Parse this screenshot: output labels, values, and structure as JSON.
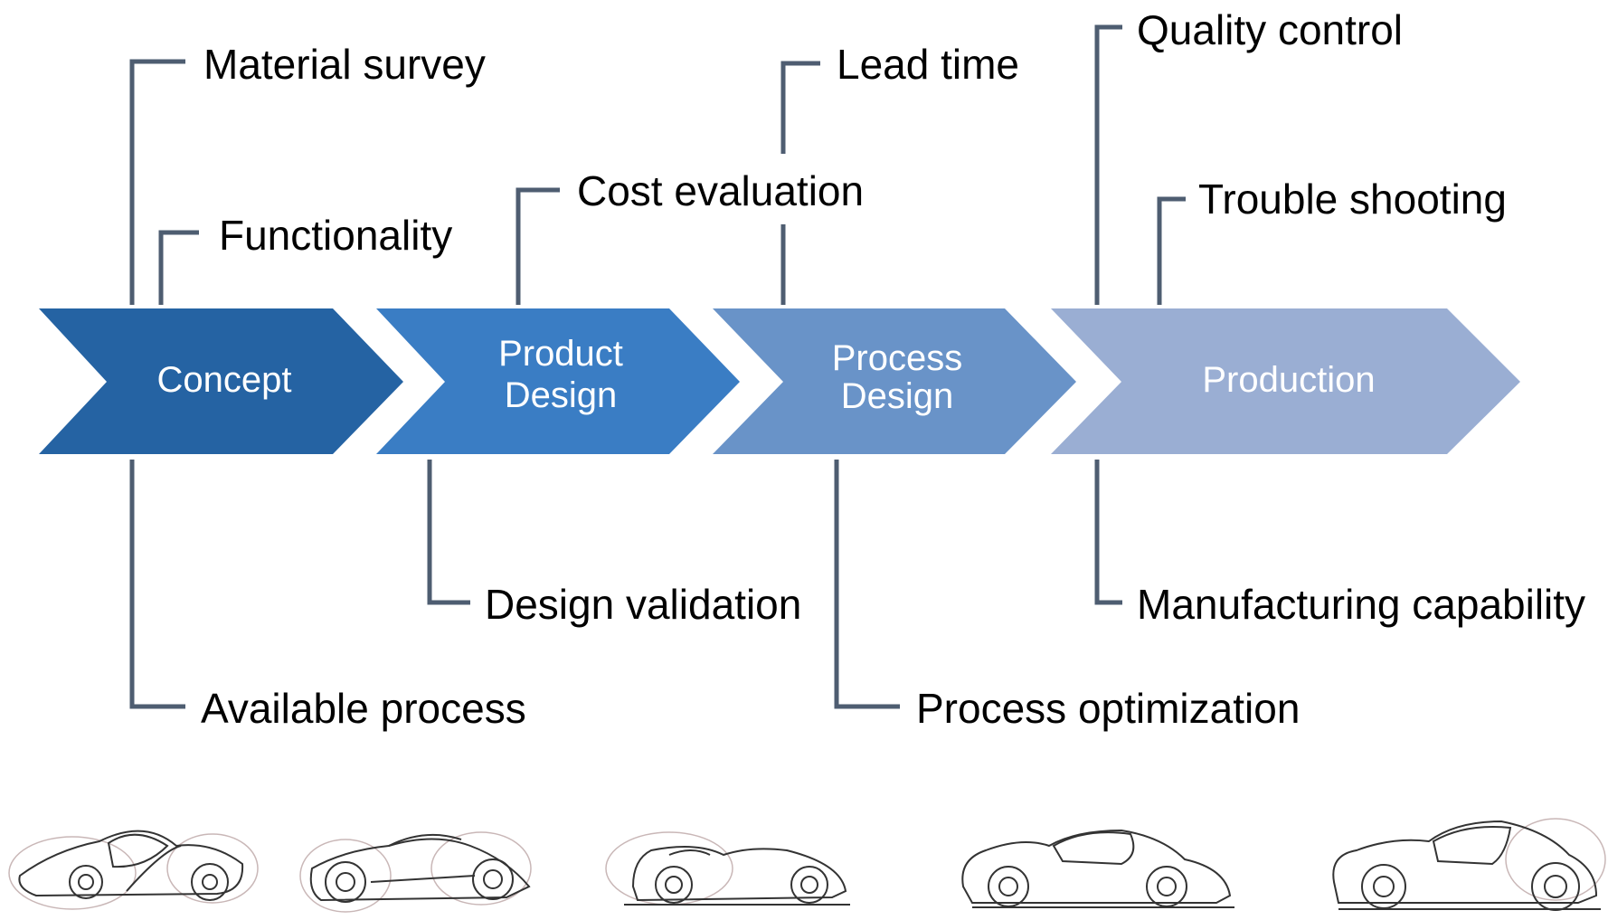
{
  "stages": [
    {
      "label": "Concept",
      "color": "#2563a3"
    },
    {
      "label": "Product\nDesign",
      "color": "#3a7dc4"
    },
    {
      "label": "Process\nDesign",
      "color": "#6993c8"
    },
    {
      "label": "Production",
      "color": "#9aaed3"
    }
  ],
  "connector_color": "#4e5d71",
  "annotations": {
    "material_survey": "Material survey",
    "functionality": "Functionality",
    "cost_evaluation": "Cost evaluation",
    "lead_time": "Lead time",
    "quality_control": "Quality control",
    "trouble_shooting": "Trouble shooting",
    "available_process": "Available process",
    "design_validation": "Design validation",
    "process_optimization": "Process optimization",
    "manufacturing_capability": "Manufacturing capability"
  },
  "sketches": [
    "car-sketch-1",
    "car-sketch-2",
    "car-sketch-3",
    "car-sketch-4",
    "car-sketch-5"
  ]
}
